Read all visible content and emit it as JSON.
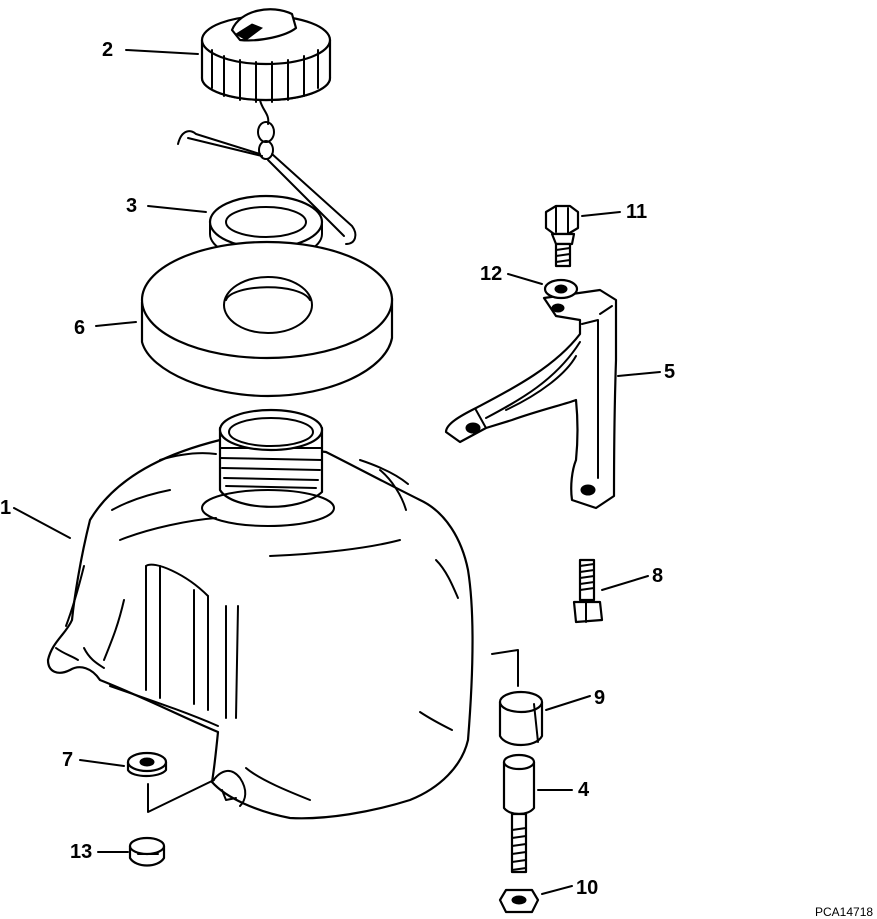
{
  "diagram": {
    "code": "PCA14718",
    "parts": [
      {
        "id": "1"
      },
      {
        "id": "2"
      },
      {
        "id": "3"
      },
      {
        "id": "4"
      },
      {
        "id": "5"
      },
      {
        "id": "6"
      },
      {
        "id": "7"
      },
      {
        "id": "8"
      },
      {
        "id": "9"
      },
      {
        "id": "10"
      },
      {
        "id": "11"
      },
      {
        "id": "12"
      },
      {
        "id": "13"
      }
    ]
  }
}
